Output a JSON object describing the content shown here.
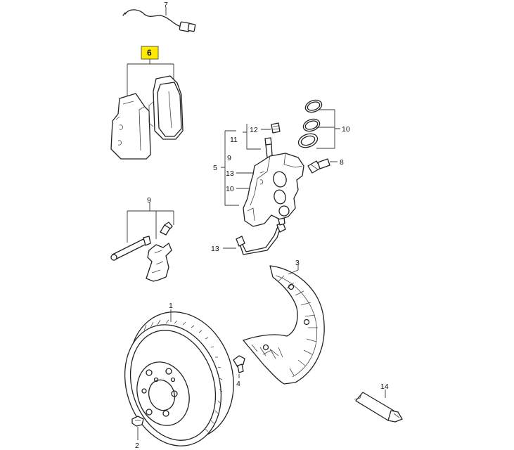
{
  "diagram": {
    "highlight_color": "#ffeb00",
    "callouts": {
      "sensor": "7",
      "pads": "6",
      "seal_kit": "10",
      "cap": "12",
      "bleed_group": "11",
      "caliper_9": "9",
      "caliper_5": "5",
      "caliper_13": "13",
      "caliper_10": "10",
      "bolt": "8",
      "pin_kit": "9",
      "brake_line": "13",
      "splash_shield": "3",
      "disc": "1",
      "shield_bolt": "4",
      "disc_screw": "2",
      "grease": "14"
    }
  }
}
